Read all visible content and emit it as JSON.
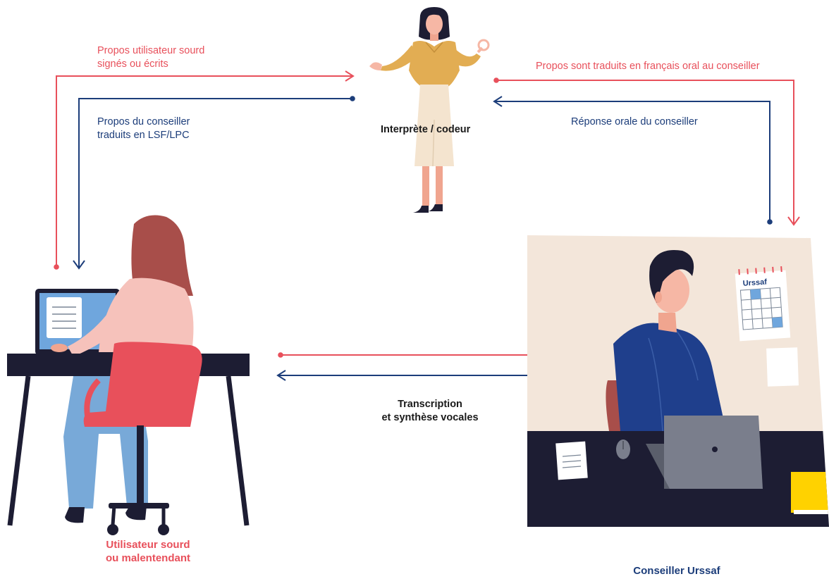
{
  "colors": {
    "red": "#e8505b",
    "blue": "#1c3d7a",
    "ink": "#1d1d33",
    "sweater": "#1f3f8c",
    "interpreter_top": "#e2ad53",
    "skirt": "#f4e4cf",
    "background_panel": "#f3e6da",
    "chair": "#e8505b",
    "jeans": "#78a9d8"
  },
  "labels": {
    "user_to_interpreter": "Propos utilisateur sourd\nsignés ou écrits",
    "interpreter_to_user": "Propos du conseiller\ntraduits en LSF/LPC",
    "interpreter_to_advisor": "Propos sont traduits en français oral au conseiller",
    "advisor_to_interpreter": "Réponse orale du conseiller",
    "interpreter_title": "Interprète / codeur",
    "transcription": "Transcription\net synthèse vocales",
    "user_title": "Utilisateur sourd\nou malentendant",
    "advisor_title": "Conseiller Urssaf",
    "calendar_brand": "Urssaf"
  },
  "icons": {
    "arrowheads": "open-chevron",
    "line_starts": "dot"
  }
}
